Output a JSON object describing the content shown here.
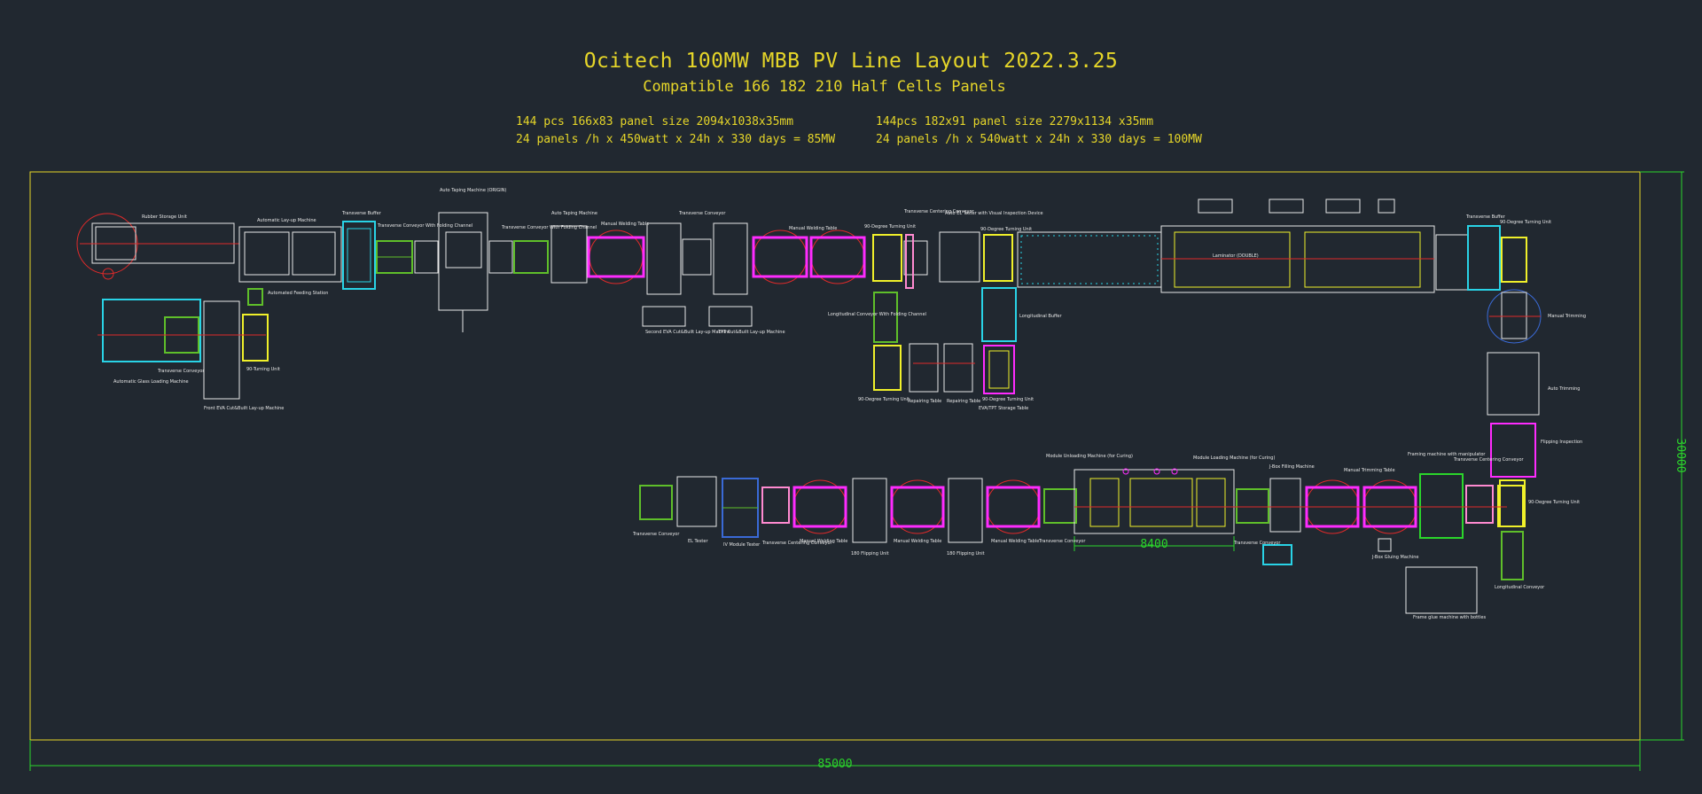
{
  "title": "Ocitech 100MW MBB PV Line Layout 2022.3.25",
  "subtitle": "Compatible 166 182 210 Half Cells Panels",
  "specs": {
    "left_line1": "144 pcs 166x83        panel size 2094x1038x35mm",
    "left_line2": "24 panels /h x 450watt x 24h x 330 days = 85MW",
    "right_line1": "144pcs 182x91       panel size 2279x1134 x35mm",
    "right_line2": "24 panels /h x 540watt x 24h x 330 days = 100MW"
  },
  "dimensions": {
    "total_width": "85000",
    "total_height": "30000",
    "segment": "8400"
  },
  "labels": {
    "rubber_storage": "Rubber Storage Unit",
    "auto_layup": "Automatic Lay-up Machine",
    "transverse_buffer": "Transverse Buffer",
    "transverse_conveyor_folding": "Transverse Conveyor With Folding Channel",
    "auto_taping": "Auto Taping Machine (ORIGIN)",
    "transverse_conveyor_folding2": "Transverse Conveyor With Folding Channel",
    "auto_taping2": "Auto Taping Machine",
    "manual_welding": "Manual Welding Table",
    "transverse_conveyor": "Transverse Conveyor",
    "manual_welding2": "Manual Welding Table",
    "turning_90": "90-Degree Turning Unit",
    "transverse_centering": "Transverse Centering Conveyor",
    "auto_el_tester": "Auto EL Tester with Visual Inspection Device",
    "turning_90b": "90-Degree Turning Unit",
    "laminator": "Laminator (DOUBLE)",
    "transverse_buffer2": "Transverse Buffer",
    "turning_90c": "90-Degree Turning Unit",
    "auto_glass_loading": "Automatic Glass Loading Machine",
    "transverse_conveyor2": "Transverse Conveyor",
    "front_eva": "Front EVA Cut&Built Lay-up Machine",
    "turning_90d": "90-Turning Unit",
    "automated_feeding": "Automated Feeding Station",
    "second_eva": "Second EVA Cut&Built Lay-up Machine",
    "tpt_layup": "TPT Cut&Built Lay-up Machine",
    "longitudinal_conveyor": "Longitudinal Conveyor With Folding Channel",
    "turning_90e": "90-Degree Turning Unit",
    "repairing_table": "Repairing Table",
    "repairing_table2": "Repairing Table",
    "turning_90f": "90-Degree Turning Unit",
    "eva_tpt_storage": "EVA/TPT Storage Table",
    "longitudinal_buffer": "Longitudinal Buffer",
    "manual_trimming": "Manual Trimming",
    "auto_trimming": "Auto Trimming",
    "flipping_inspection": "Flipping Inspection",
    "turning_90g": "90-Degree Turning Unit",
    "longitudinal_conveyor2": "Longitudinal Conveyor",
    "frame_glue": "Frame glue machine with bottles",
    "framing_centering": "Framing machine with manipulator",
    "transverse_centering2": "Transverse Centering Conveyor",
    "jbox_gluing": "J-Box Gluing Machine",
    "jbox_filling": "J-Box Filling Machine",
    "manual_trimming2": "Manual Trimming Table",
    "module_unloading": "Module Unloading Machine (for Curing)",
    "module_loading": "Module Loading Machine (for Curing)",
    "transverse_conveyor3": "Transverse Conveyor",
    "transverse_conveyor4": "Transverse Conveyor",
    "manual_welding3": "Manual Welding Table",
    "flipping_unit": "180 Flipping Unit",
    "manual_welding4": "Manual Welding Table",
    "flipping_unit2": "180 Flipping Unit",
    "manual_welding5": "Manual Welding Table",
    "transverse_centering3": "Transverse Centering Conveyor",
    "iv_tester": "IV Module Tester",
    "el_tester": "EL Tester",
    "transverse_conveyor5": "Transverse Conveyor"
  },
  "colors": {
    "background": "#212830",
    "title": "#e6d629",
    "frame": "#e6d629",
    "dimension": "#2bd62b",
    "magenta": "#ff2bff",
    "yellow": "#f0f02a",
    "cyan": "#29d3e6",
    "green": "#5fbf2a",
    "red": "#e02a2a",
    "white": "#e8e8e8",
    "blue": "#3a6ad6",
    "pink": "#ff8ad0"
  }
}
